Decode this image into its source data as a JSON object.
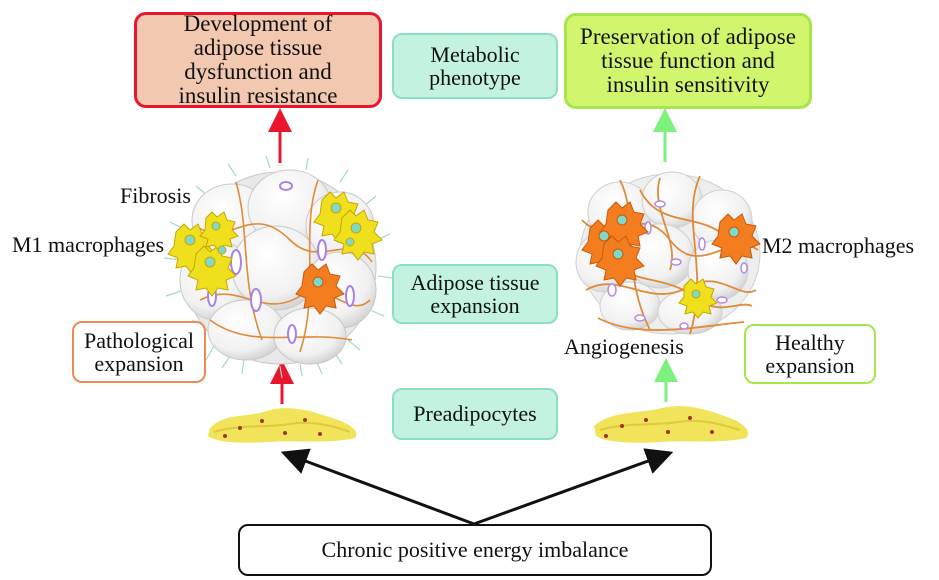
{
  "outcomes": {
    "unhealthy": "Development of\nadipose tissue\ndysfunction and\ninsulin resistance",
    "middle": "Metabolic\nphenotype",
    "healthy": "Preservation of adipose\ntissue function and\ninsulin sensitivity"
  },
  "labels": {
    "fibrosis": "Fibrosis",
    "m1": "M1 macrophages",
    "m2": "M2 macrophages",
    "angiogenesis": "Angiogenesis",
    "expansion_center": "Adipose tissue\nexpansion",
    "pathological": "Pathological\nexpansion",
    "healthy": "Healthy\nexpansion",
    "preadipocytes": "Preadipocytes",
    "root": "Chronic positive energy imbalance"
  },
  "colors": {
    "red_accent": "#e8172e",
    "green_accent": "#7df07d",
    "unhealthy_fill": "#f2c8b0",
    "healthy_fill": "#d2f56e",
    "teal_fill": "#c4f2e0",
    "teal_border": "#8be0c2",
    "orange_border": "#f08a50",
    "lime_border": "#a6e64b",
    "preadipocyte_yellow": "#f1e35a",
    "macrophage_orange": "#f47d20",
    "macrophage_yellow": "#f0df1c",
    "fiber": "#e08a3a",
    "vessel": "#b58be0"
  }
}
